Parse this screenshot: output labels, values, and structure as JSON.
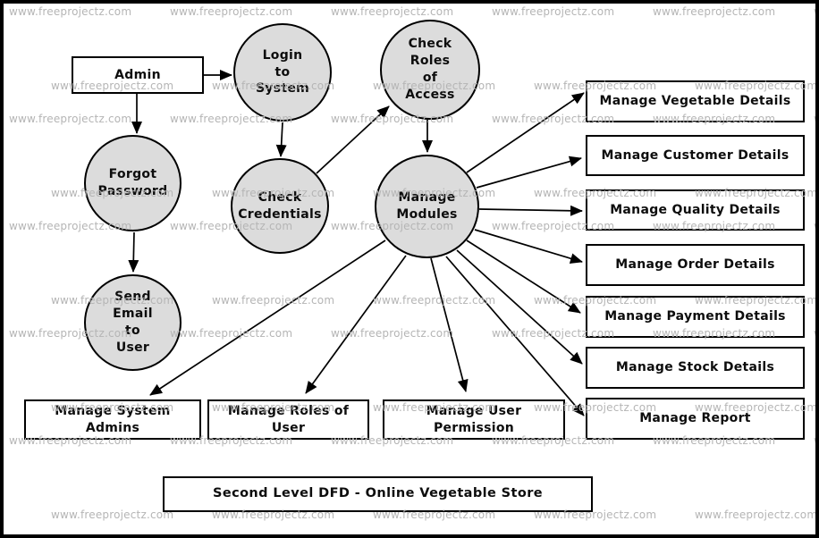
{
  "watermark": {
    "text": "www.freeprojectz.com"
  },
  "title": "Second Level DFD - Online Vegetable Store",
  "colors": {
    "process_fill": "#dcdcdc",
    "stroke": "#000000",
    "watermark": "#b5b5b5",
    "entity_fill": "#ffffff"
  },
  "nodes": {
    "admin": {
      "label": "Admin",
      "type": "external-entity"
    },
    "login": {
      "label": "Login\nto\nSystem",
      "type": "process"
    },
    "check_roles": {
      "label": "Check\nRoles\nof\nAccess",
      "type": "process"
    },
    "forgot": {
      "label": "Forgot\nPassword",
      "type": "process"
    },
    "check_cred": {
      "label": "Check\nCredentials",
      "type": "process"
    },
    "modules": {
      "label": "Manage\nModules",
      "type": "process"
    },
    "send_email": {
      "label": "Send\nEmail\nto\nUser",
      "type": "process"
    },
    "vegetable": {
      "label": "Manage Vegetable Details",
      "type": "data-store"
    },
    "customer": {
      "label": "Manage Customer Details",
      "type": "data-store"
    },
    "quality": {
      "label": "Manage Quality Details",
      "type": "data-store"
    },
    "order": {
      "label": "Manage Order Details",
      "type": "data-store"
    },
    "payment": {
      "label": "Manage Payment Details",
      "type": "data-store"
    },
    "stock": {
      "label": "Manage Stock Details",
      "type": "data-store"
    },
    "report": {
      "label": "Manage Report",
      "type": "data-store"
    },
    "sys_admins": {
      "label": "Manage System Admins",
      "type": "data-store"
    },
    "roles_user": {
      "label": "Manage Roles of User",
      "type": "data-store"
    },
    "user_perm": {
      "label": "Manage User Permission",
      "type": "data-store"
    }
  },
  "connections": [
    {
      "from": "Admin",
      "to": "Login to System"
    },
    {
      "from": "Admin",
      "to": "Forgot Password"
    },
    {
      "from": "Login to System",
      "to": "Check Credentials"
    },
    {
      "from": "Check Credentials",
      "to": "Check Roles of Access"
    },
    {
      "from": "Check Roles of Access",
      "to": "Manage Modules"
    },
    {
      "from": "Forgot Password",
      "to": "Send Email to User"
    },
    {
      "from": "Manage Modules",
      "to": "Manage Vegetable Details"
    },
    {
      "from": "Manage Modules",
      "to": "Manage Customer Details"
    },
    {
      "from": "Manage Modules",
      "to": "Manage Quality Details"
    },
    {
      "from": "Manage Modules",
      "to": "Manage Order Details"
    },
    {
      "from": "Manage Modules",
      "to": "Manage Payment Details"
    },
    {
      "from": "Manage Modules",
      "to": "Manage Stock Details"
    },
    {
      "from": "Manage Modules",
      "to": "Manage Report"
    },
    {
      "from": "Manage Modules",
      "to": "Manage System Admins"
    },
    {
      "from": "Manage Modules",
      "to": "Manage Roles of User"
    },
    {
      "from": "Manage Modules",
      "to": "Manage User Permission"
    }
  ]
}
